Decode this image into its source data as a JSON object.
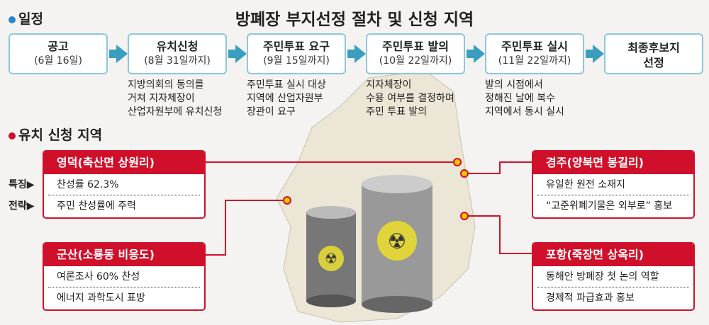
{
  "title": "방폐장 부지선정 절차 및 신청 지역",
  "schedule_heading": "일정",
  "regions_heading": "유치 신청 지역",
  "colors": {
    "accent_blue": "#3a9fbf",
    "accent_red": "#d0102a",
    "box_border": "#8cc8dc"
  },
  "steps": [
    {
      "name": "공고",
      "date": "(6월 16일)"
    },
    {
      "name": "유치신청",
      "date": "(8월 31일까지)",
      "desc": [
        "지방의회의 동의를",
        "거쳐 지자체장이",
        "산업자원부에 유치신청"
      ]
    },
    {
      "name": "주민투표 요구",
      "date": "(9월 15일까지)",
      "desc": [
        "주민투표 실시 대상",
        "지역에 산업자원부",
        "장관이 요구"
      ]
    },
    {
      "name": "주민투표 발의",
      "date": "(10월 22일까지)",
      "desc": [
        "지자체장이",
        "수용 여부를 결정하며",
        "주민 투표 발의"
      ]
    },
    {
      "name": "주민투표 실시",
      "date": "(11월 22일까지)",
      "desc": [
        "발의 시점에서",
        "정해진 날에 복수",
        "지역에서 동시 실시"
      ]
    },
    {
      "name": "최종후보지",
      "date": "선정"
    }
  ],
  "row_labels": {
    "feature": "특징▶",
    "strategy": "전략▶"
  },
  "regions": [
    {
      "name": "영덕(축산면 상원리)",
      "feature": "찬성률 62.3%",
      "strategy": "주민 찬성률에 주력"
    },
    {
      "name": "군산(소룡동 비응도)",
      "feature": "여론조사 60% 찬성",
      "strategy": "에너지 과학도시 표방"
    },
    {
      "name": "경주(양북면 봉길리)",
      "feature": "유일한 원전 소재지",
      "strategy": "“고준위폐기물은 외부로” 홍보"
    },
    {
      "name": "포항(죽장면 상옥리)",
      "feature": "동해안 방폐장 첫 논의 역할",
      "strategy": "경제적 파급효과 홍보"
    }
  ]
}
